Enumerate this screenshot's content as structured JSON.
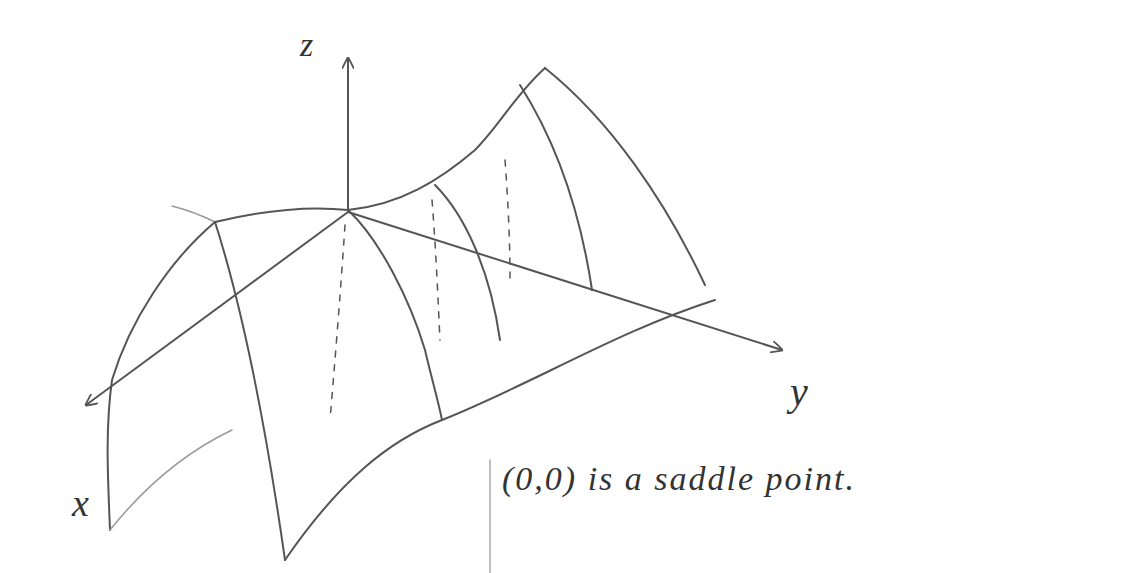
{
  "diagram": {
    "labels": [
      "z",
      "y",
      "x",
      "(0,0) is a saddle point."
    ]
  }
}
